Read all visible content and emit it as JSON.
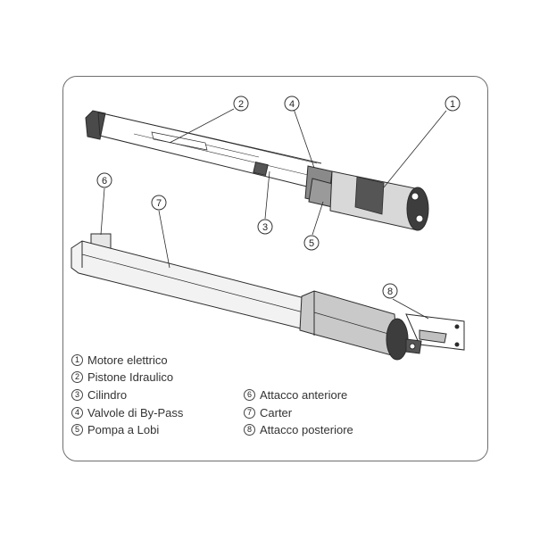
{
  "callouts": [
    "1",
    "2",
    "3",
    "4",
    "5",
    "6",
    "7",
    "8"
  ],
  "legend_left": [
    {
      "num": "1",
      "text": "Motore  elettrico"
    },
    {
      "num": "2",
      "text": "Pistone Idraulico"
    },
    {
      "num": "3",
      "text": "Cilindro"
    },
    {
      "num": "4",
      "text": "Valvole di By-Pass"
    },
    {
      "num": "5",
      "text": "Pompa a Lobi"
    }
  ],
  "legend_right": [
    {
      "num": "6",
      "text": "Attacco  anteriore"
    },
    {
      "num": "7",
      "text": "Carter"
    },
    {
      "num": "8",
      "text": "Attacco posteriore"
    }
  ],
  "colors": {
    "frame": "#6f6f6f",
    "line": "#2b2b2b",
    "body_fill": "#e6e6e6"
  }
}
